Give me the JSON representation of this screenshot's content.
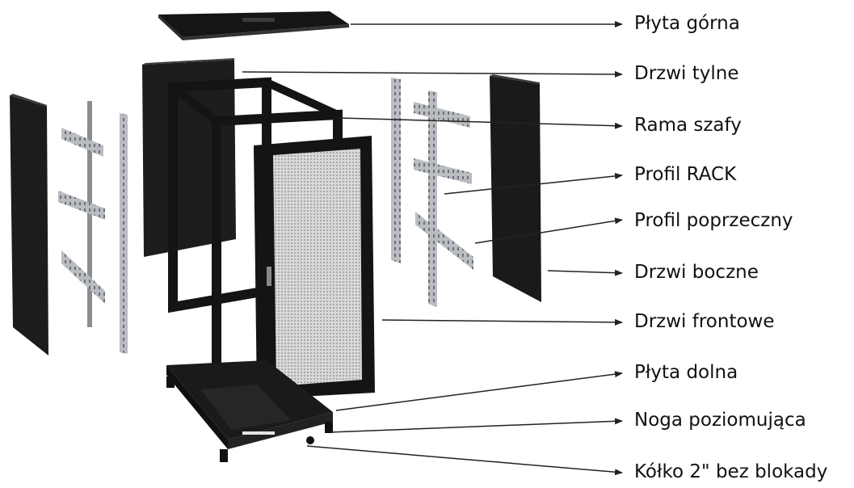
{
  "labels": [
    "Płyta górna",
    "Drzwi tylne",
    "Rama szafy",
    "Profil RACK",
    "Profil poprzeczny",
    "Drzwi boczne",
    "Drzwi frontowe",
    "Płyta dolna",
    "Noga poziomująca",
    "Kółko 2\" bez blokady"
  ],
  "colors": {
    "panel": "#1c1c1c",
    "panel_edge": "#3a3a3a",
    "frame": "#151515",
    "rail": "#b9bcc0",
    "rail_dark": "#7c8086",
    "mesh": "#cfcfcf",
    "arrow": "#222222"
  }
}
